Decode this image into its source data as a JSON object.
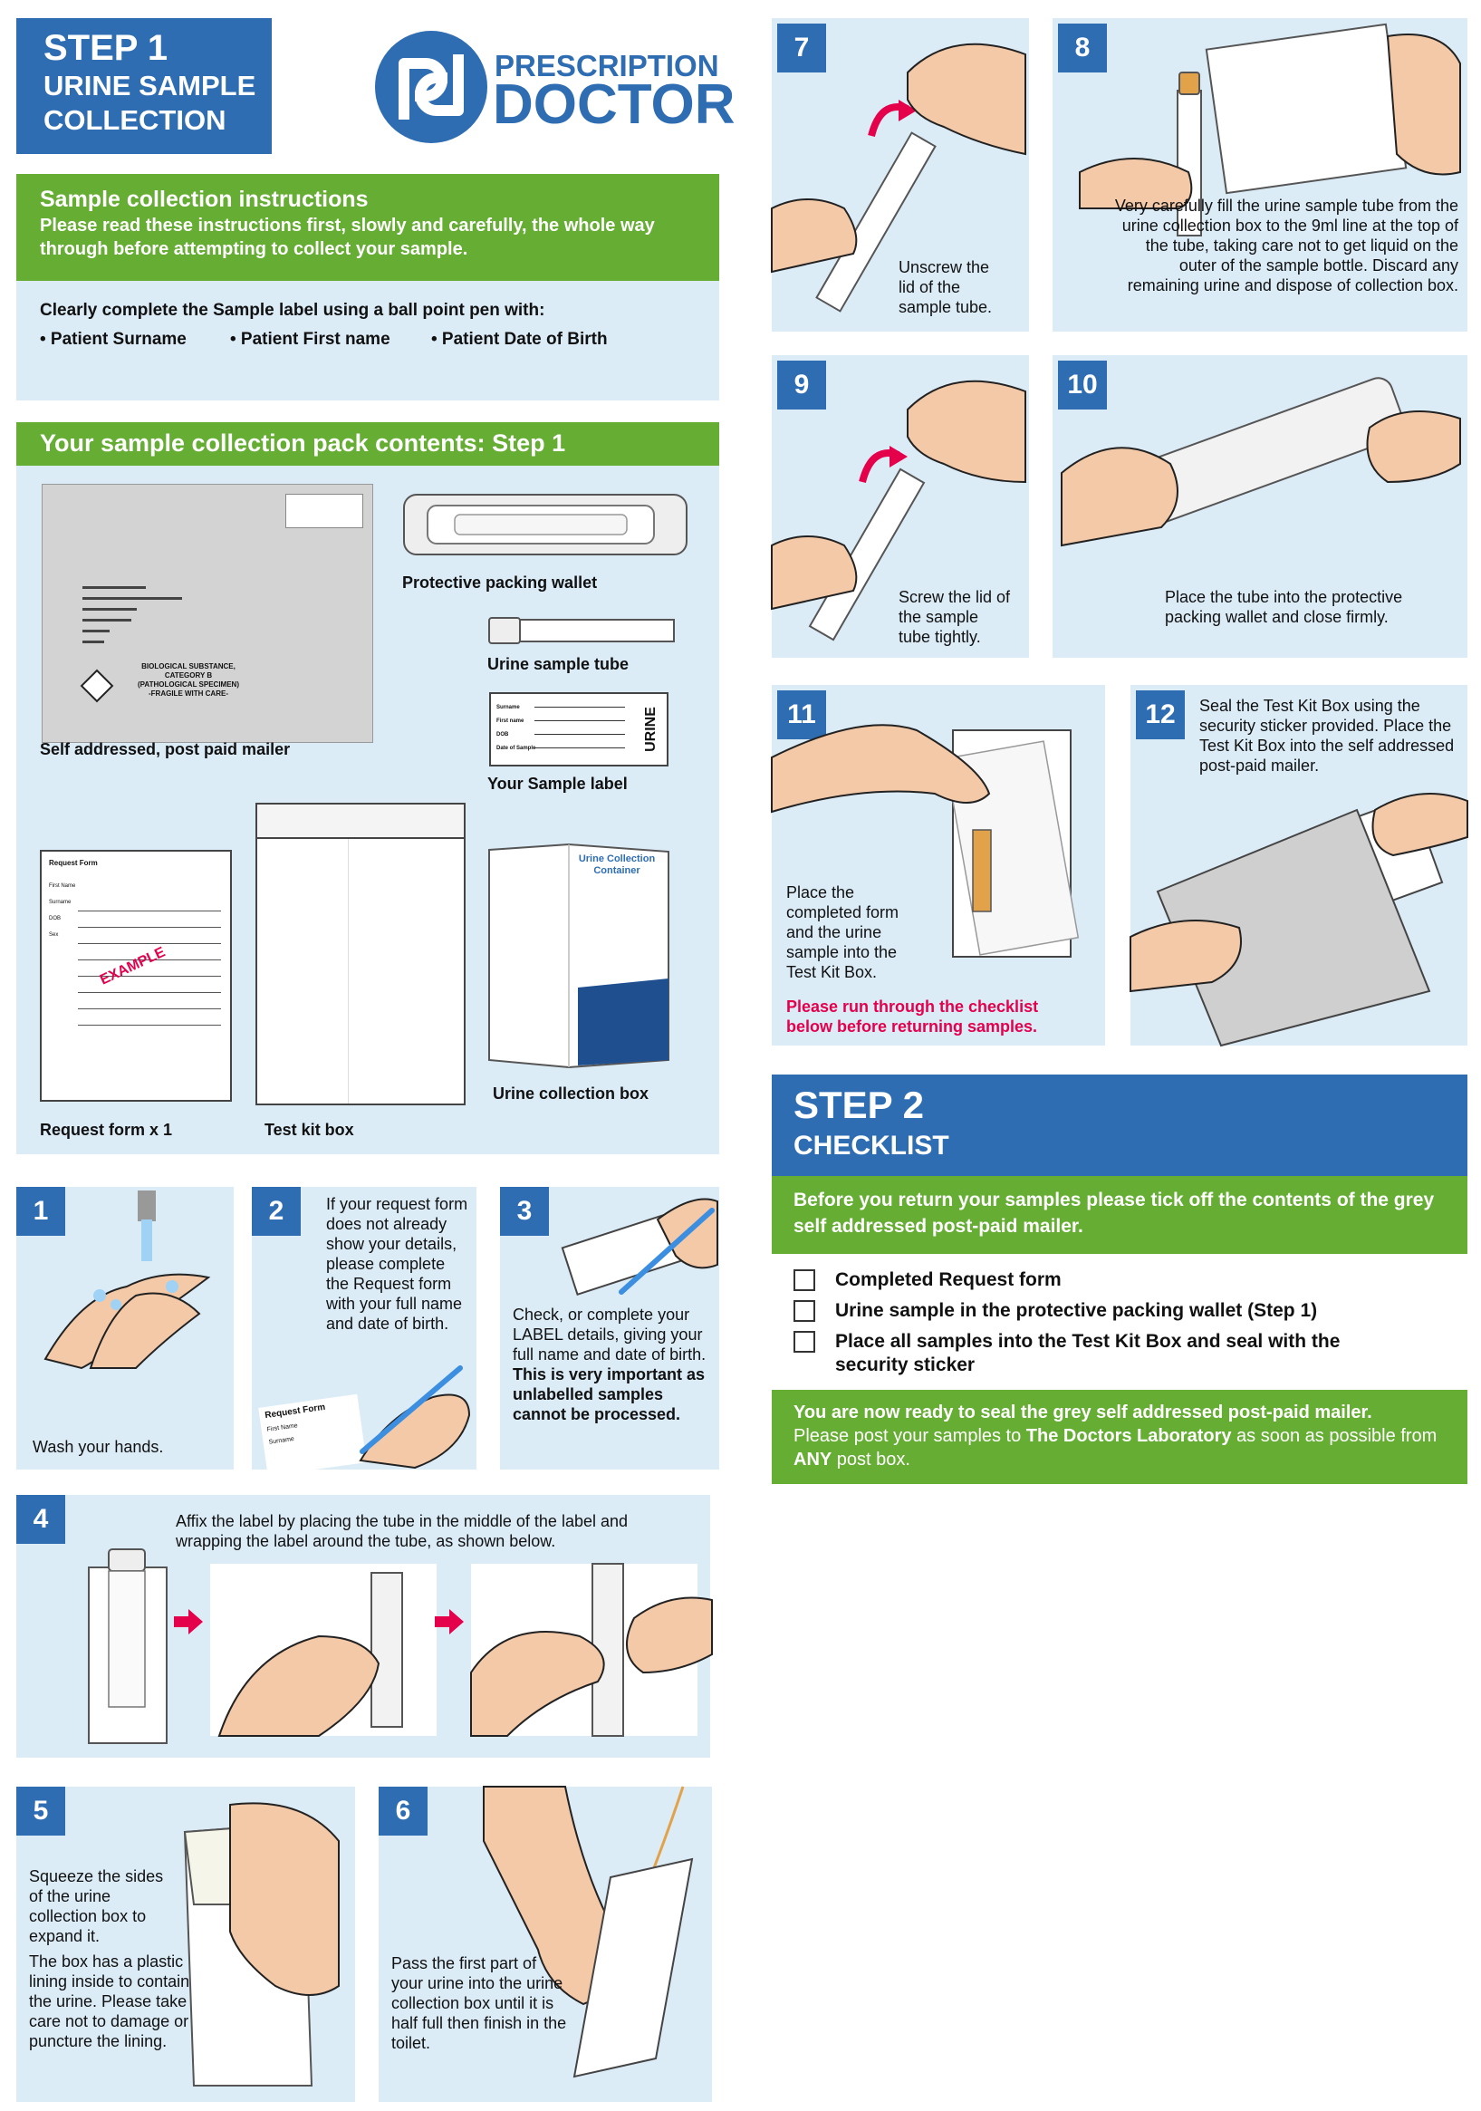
{
  "header": {
    "step_title": "STEP 1",
    "step_sub_1": "URINE SAMPLE",
    "step_sub_2": "COLLECTION",
    "brand_1": "PRESCRIPTION",
    "brand_2": "DOCTOR"
  },
  "instructions": {
    "title": "Sample collection instructions",
    "body": "Please read these instructions first, slowly and carefully, the whole way through before attempting to collect your sample.",
    "label_intro": "Clearly complete the Sample label using a ball point pen with:",
    "bullets": [
      "• Patient Surname",
      "• Patient First name",
      "• Patient Date of Birth"
    ]
  },
  "pack": {
    "title": "Your sample collection pack contents: Step 1",
    "mailer_label": "Self addressed, post paid mailer",
    "mailer_text": [
      "BIOLOGICAL SUBSTANCE,",
      "CATEGORY B",
      "(PATHOLOGICAL SPECIMEN)",
      "-FRAGILE WITH CARE-"
    ],
    "wallet_label": "Protective packing wallet",
    "tube_label": "Urine sample tube",
    "sample_label_label": "Your Sample label",
    "sample_label_fields": [
      "Surname",
      "First name",
      "DOB",
      "Date of Sample"
    ],
    "sample_label_word": "URINE",
    "request_label": "Request form x 1",
    "request_form_title": "Request Form",
    "request_form_fields": [
      "First Name",
      "Surname",
      "DOB",
      "Sex"
    ],
    "request_form_stamp": "EXAMPLE",
    "testkit_label": "Test kit box",
    "urinebox_label": "Urine collection box",
    "urinebox_text": [
      "Urine Collection",
      "Container"
    ]
  },
  "steps": {
    "s1": {
      "num": "1",
      "text": "Wash your hands."
    },
    "s2": {
      "num": "2",
      "text": "If your request form does not already show your details, please complete the Request form with your full name and date of birth.",
      "form_title": "Request Form",
      "form_fields": [
        "First Name",
        "Surname"
      ]
    },
    "s3": {
      "num": "3",
      "text": "Check, or complete your LABEL details, giving your full name and date of birth.",
      "bold": "This is very important as unlabelled samples cannot be processed."
    },
    "s4": {
      "num": "4",
      "text": "Affix the label by placing the tube in the middle of the label and wrapping the label around the tube, as shown below."
    },
    "s5": {
      "num": "5",
      "text1": "Squeeze the sides of the urine collection box to expand it.",
      "text2": "The box has a plastic lining inside to contain the urine. Please take care not to damage or puncture the lining."
    },
    "s6": {
      "num": "6",
      "text": "Pass the first part of your urine into the urine collection box until it is half full then finish in the toilet."
    },
    "s7": {
      "num": "7",
      "text": "Unscrew the lid of the sample tube."
    },
    "s8": {
      "num": "8",
      "text": "Very carefully fill the urine sample tube from the urine collection box to the 9ml line at the top of the tube, taking care not to get liquid on the outer of the sample bottle. Discard any remaining urine and dispose of collection box."
    },
    "s9": {
      "num": "9",
      "text": "Screw the lid of the sample tube tightly."
    },
    "s10": {
      "num": "10",
      "text": "Place the tube into the protective packing wallet and close firmly."
    },
    "s11": {
      "num": "11",
      "text": "Place the completed form and the urine sample into the Test Kit Box.",
      "warning": "Please run through the checklist below before returning samples."
    },
    "s12": {
      "num": "12",
      "text": "Seal the Test Kit Box using the security sticker provided. Place the Test Kit Box into the self addressed post-paid mailer."
    }
  },
  "step2": {
    "title": "STEP 2",
    "subtitle": "CHECKLIST",
    "intro": "Before you return your samples please tick off the contents of the grey self addressed post-paid mailer.",
    "items": [
      "Completed Request form",
      "Urine sample in the protective packing wallet (Step 1)",
      "Place all samples into the Test Kit Box and seal with the security sticker"
    ],
    "ready_bold": "You are now ready to seal the grey self addressed post-paid mailer.",
    "post_pre": "Please post your samples to ",
    "post_lab": "The Doctors Laboratory",
    "post_mid": " as soon as possible from ",
    "post_any": "ANY",
    "post_end": " post box."
  },
  "colors": {
    "blue": "#2f6db3",
    "green": "#66ad34",
    "pale": "#dcecf7",
    "pink": "#e5004c",
    "skin": "#f4c9a8"
  }
}
